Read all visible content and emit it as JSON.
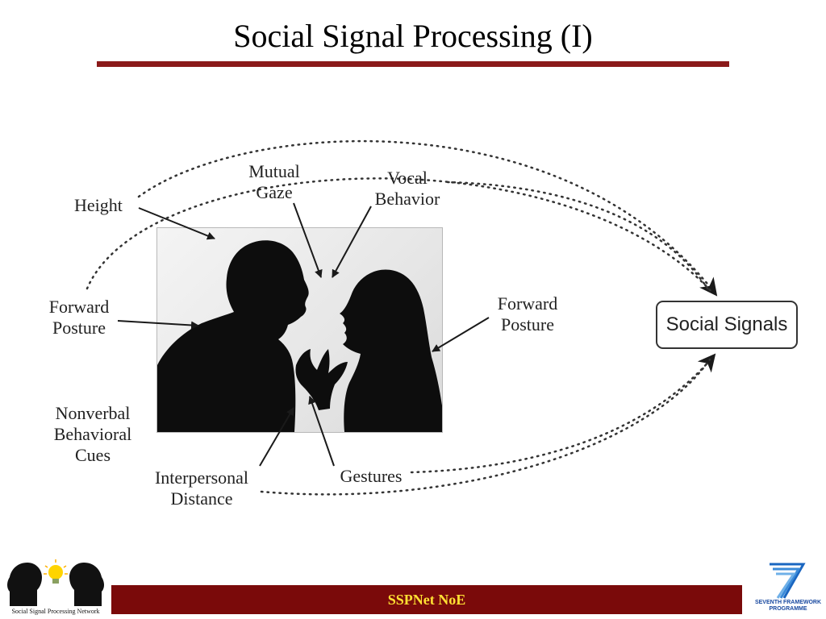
{
  "slide": {
    "title": "Social Signal Processing (I)"
  },
  "diagram": {
    "labels": {
      "height": "Height",
      "mutual_gaze_line1": "Mutual",
      "mutual_gaze_line2": "Gaze",
      "vocal_line1": "Vocal",
      "vocal_line2": "Behavior",
      "forward_left_line1": "Forward",
      "forward_left_line2": "Posture",
      "forward_right_line1": "Forward",
      "forward_right_line2": "Posture",
      "nonverbal_line1": "Nonverbal",
      "nonverbal_line2": "Behavioral",
      "nonverbal_line3": "Cues",
      "interpersonal_line1": "Interpersonal",
      "interpersonal_line2": "Distance",
      "gestures": "Gestures"
    },
    "target": "Social Signals",
    "colors": {
      "arrow": "#1a1a1a",
      "silhouette": "#0d0d0d"
    }
  },
  "footer": {
    "text": "SSPNet NoE",
    "bar_color": "#7a0a0a",
    "text_color": "#ffe033",
    "left_logo_caption": "Social Signal Processing Network",
    "right_logo_caption_line1": "SEVENTH FRAMEWORK",
    "right_logo_caption_line2": "PROGRAMME"
  }
}
